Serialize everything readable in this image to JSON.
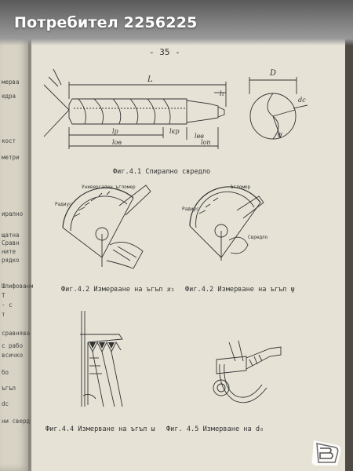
{
  "banner": {
    "text": "Потребител 2256225"
  },
  "page": {
    "number": "- 35 -"
  },
  "captions": [
    "Фиг.4.1 Спирално свредло",
    "Фиг.4.2 Измерване на ъгъл 𝜘₁",
    "Фиг.4.2 Измерване на ъгъл ψ",
    "Фиг.4.4 Измерване на ъгъл ω",
    "Фиг. 4.5 Измерване на d₀"
  ],
  "fig1": {
    "L": "L",
    "D": "D",
    "l1": "l₁",
    "lp": "lр",
    "lob": "lов",
    "lkr": "lкр",
    "lbb": "lвв",
    "lon": "lоп",
    "dc": "dс",
    "psi": "ψ"
  },
  "fig2": {
    "label_top": "Универсален ъгломер",
    "label_dir": "Радиус"
  },
  "fig3": {
    "label_top": "Ъгломер",
    "label_side": "Свредло",
    "label_left": "Радиус"
  },
  "left_fragments": [
    "мерва",
    "едра",
    "кост",
    "метри",
    "ирално",
    "щатна",
    "Сравн",
    "ните",
    "рядко",
    "Шлифовани",
    "Т",
    "- с",
    "т",
    "сравнява",
    "с рабо",
    "всичко",
    "бо",
    "ъгъл",
    "dс",
    "ни сверд"
  ],
  "watermark": {
    "name": "bazar-logo"
  }
}
